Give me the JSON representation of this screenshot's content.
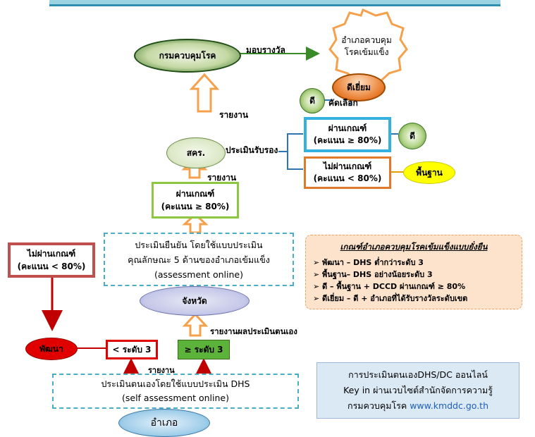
{
  "nodes": {
    "dcd": "กรมควบคุมโรค",
    "award": "มอบรางวัล",
    "goal_line1": "อำเภอควบคุม",
    "goal_line2": "โรคเข้มแข็ง",
    "excellent": "ดีเยี่ยม",
    "good_small": "ดี",
    "select": "คัดเลือก",
    "report_up": "รายงาน",
    "odpc": "สคร.",
    "evaluate_certify": "ประเมินรับรอง",
    "pass_top_title": "ผ่านเกณฑ์",
    "pass_top_score": "(คะแนน ≥ 80%)",
    "good_right": "ดี",
    "fail_right_title": "ไม่ผ่านเกณฑ์",
    "fail_right_score": "(คะแนน < 80%)",
    "basic": "พื้นฐาน",
    "report_mid": "รายงาน",
    "pass_mid_title": "ผ่านเกณฑ์",
    "pass_mid_score": "(คะแนน ≥ 80%)",
    "confirm_line1": "ประเมินยืนยัน โดยใช้แบบประเมิน",
    "confirm_line2": "คุณลักษณะ 5 ด้านของอำเภอเข้มแข็ง",
    "confirm_line3": "(assessment online)",
    "fail_left_title": "ไม่ผ่านเกณฑ์",
    "fail_left_score": "(คะแนน < 80%)",
    "province": "จังหวัด",
    "self_report": "รายงานผลประเมินตนเอง",
    "develop": "พัฒนา",
    "lt3": "< ระดับ 3",
    "ge3": "≥ ระดับ 3",
    "report_low": "รายงาน",
    "self_line1": "ประเมินตนเองโดยใช้แบบประเมิน DHS",
    "self_line2": "(self assessment online)",
    "district": "อำเภอ"
  },
  "criteria": {
    "title": "เกณฑ์อำเภอควบคุมโรคเข้มแข็งแบบยั่งยืน",
    "items": [
      "พัฒนา – DHS ต่ำกว่าระดับ 3",
      "พื้นฐาน– DHS อย่างน้อยระดับ 3",
      "ดี  – พื้นฐาน + DCCD ผ่านเกณฑ์ ≥ 80%",
      "ดีเยี่ยม – ดี + อำเภอที่ได้รับรางวัลระดับเขต"
    ]
  },
  "info": {
    "line1": "การประเมินตนเองDHS/DC ออนไลน์",
    "line2": "Key in ผ่านเวบไซต์สำนักจัดการความรู้",
    "line3_prefix": "กรมควบคุมโรค ",
    "line3_url": "www.kmddc.go.th"
  },
  "colors": {
    "green_fill": "#2f6b1f",
    "light_fill": "#dde8c9",
    "orange_arrow": "#f5a04a",
    "blue_dash": "#4bacc6",
    "dark_red": "#c0504d",
    "red": "#e00000",
    "yellow": "#ffff00",
    "criteria_bg": "#fde3cc",
    "info_bg": "#dbe9f5",
    "lavender": "#c5c8e8"
  }
}
